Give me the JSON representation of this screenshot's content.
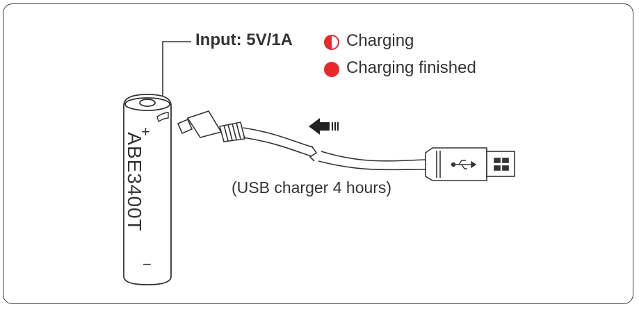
{
  "diagram": {
    "input_label": "Input: 5V/1A",
    "legend": [
      {
        "icon": "half-red-circle-icon",
        "label": "Charging",
        "color": "#e8282b"
      },
      {
        "icon": "red-circle-icon",
        "label": "Charging finished",
        "color": "#e8282b"
      }
    ],
    "battery": {
      "model": "ABE3400T",
      "plus_sign": "+",
      "minus_sign": "−"
    },
    "caption": "(USB charger  4 hours)"
  }
}
